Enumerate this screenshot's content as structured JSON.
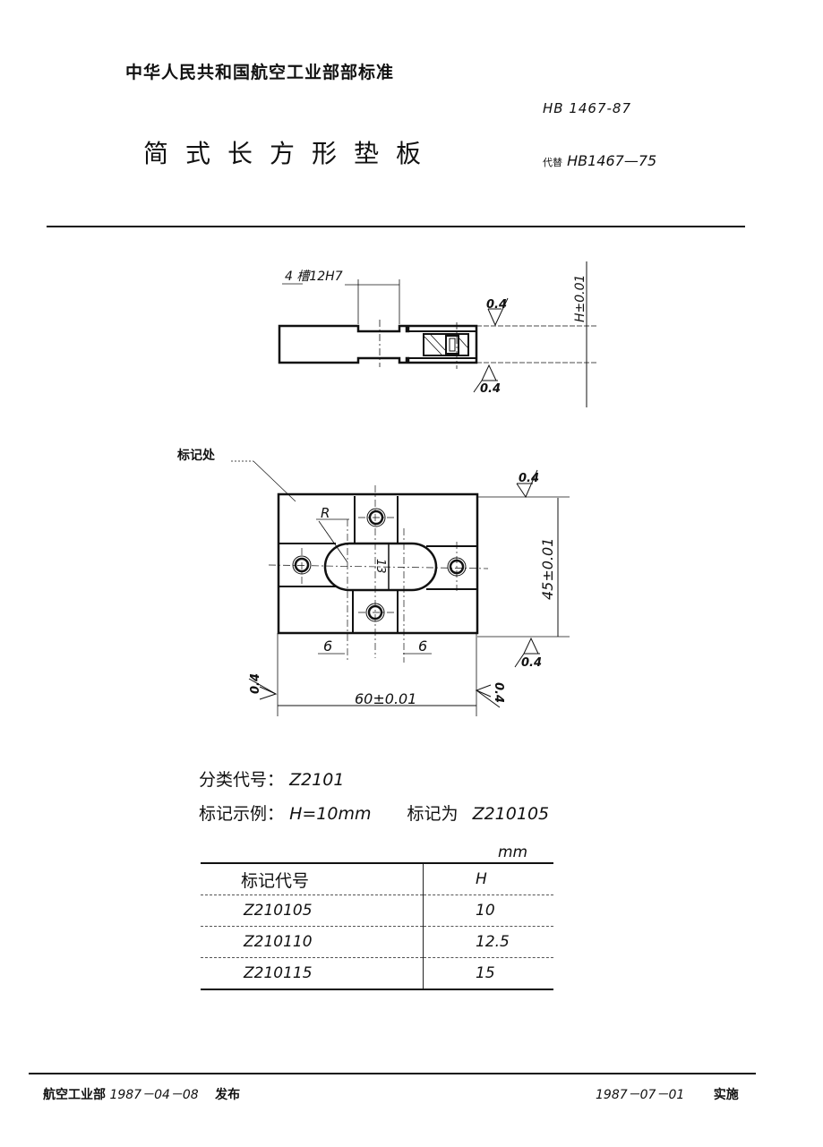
{
  "header": {
    "organization": "中华人民共和国航空工业部部标准",
    "standard_number": "HB 1467-87",
    "title": "简式长方形垫板",
    "replaces_prefix": "代替",
    "replaces_number": "HB1467—75"
  },
  "drawing": {
    "side_view": {
      "slot_label": "4 槽12H7",
      "height_dim": "H±0.01",
      "roughness_top": "0.4",
      "roughness_bottom": "0.4"
    },
    "top_view": {
      "marking_label": "标记处",
      "radius_label": "R",
      "slot_width": "13",
      "width_dim": "45±0.01",
      "length_dim": "60±0.01",
      "offset_left": "6",
      "offset_right": "6",
      "roughness_top_right": "0.4",
      "roughness_bottom_right": "0.4",
      "roughness_left": "0.4",
      "roughness_right": "0.4"
    }
  },
  "info": {
    "class_code_label": "分类代号：",
    "class_code": "Z2101",
    "example_label": "标记示例：",
    "example_value": "H=10mm",
    "marked_as_label": "标记为",
    "marked_as_value": "Z210105"
  },
  "table": {
    "unit": "mm",
    "headers": [
      "标记代号",
      "H"
    ],
    "rows": [
      [
        "Z210105",
        "10"
      ],
      [
        "Z210110",
        "12.5"
      ],
      [
        "Z210115",
        "15"
      ]
    ]
  },
  "footer": {
    "issuer": "航空工业部",
    "issue_date": "1987－04－08",
    "issue_label": "发布",
    "effective_date": "1987－07－01",
    "effective_label": "实施"
  }
}
